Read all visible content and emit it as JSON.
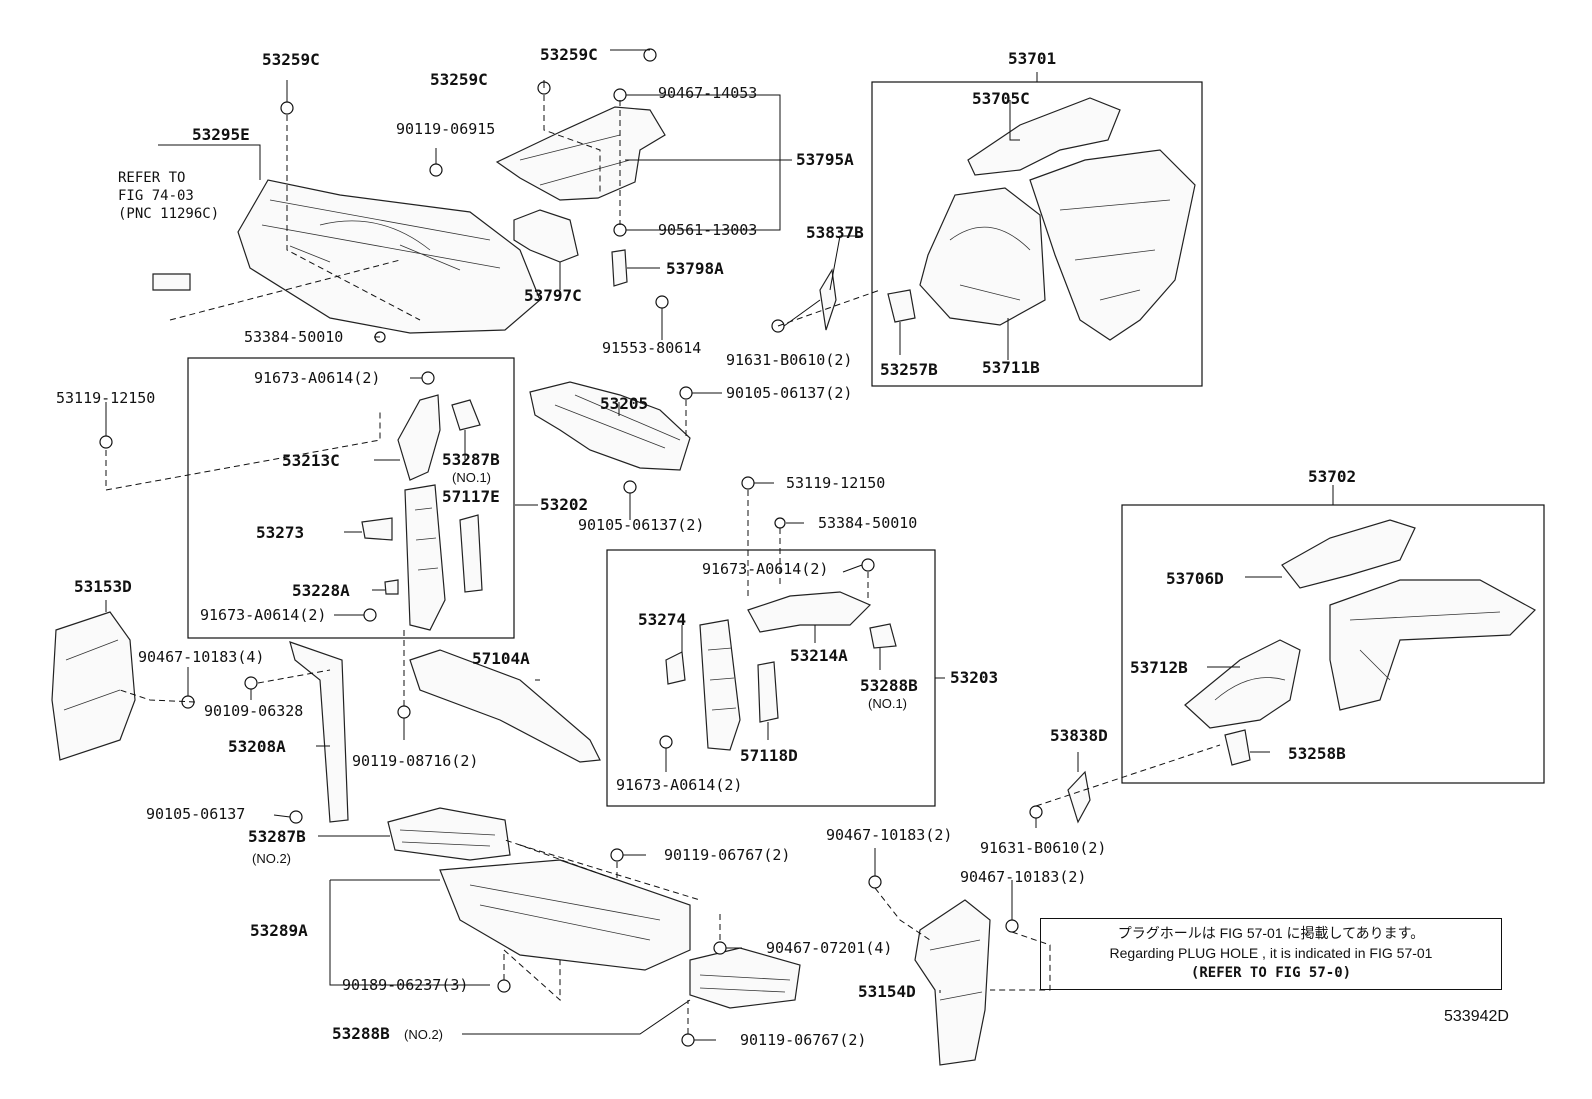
{
  "labels": {
    "c53259c_a": "53259C",
    "c53259c_b": "53259C",
    "c53259c_c": "53259C",
    "c53295e": "53295E",
    "refer_1": "REFER TO",
    "refer_2": "FIG 74-03",
    "refer_3": "(PNC 11296C)",
    "c90119_06915": "90119-06915",
    "c90467_14053": "90467-14053",
    "c53795a": "53795A",
    "c90561_13003": "90561-13003",
    "c53798a": "53798A",
    "c53797c": "53797C",
    "c91553_80614": "91553-80614",
    "c53384_50010_a": "53384-50010",
    "c53701": "53701",
    "c53705c": "53705C",
    "c53837b": "53837B",
    "c91631_b0610_a": "91631-B0610(2)",
    "c53257b": "53257B",
    "c53711b": "53711B",
    "c91673_a0614_a": "91673-A0614(2)",
    "c53119_12150_a": "53119-12150",
    "c53213c": "53213C",
    "c53287b": "53287B",
    "c53287b_no": "(NO.1)",
    "c57117e": "57117E",
    "c53202": "53202",
    "c53205": "53205",
    "c90105_06137_a": "90105-06137(2)",
    "c90105_06137_b": "90105-06137(2)",
    "c53273": "53273",
    "c53228a": "53228A",
    "c91673_a0614_b": "91673-A0614(2)",
    "c53119_12150_b": "53119-12150",
    "c53384_50010_b": "53384-50010",
    "c53702": "53702",
    "c53706d": "53706D",
    "c53712b": "53712B",
    "c53258b": "53258B",
    "c53153d": "53153D",
    "c90467_10183_a": "90467-10183(4)",
    "c90109_06328": "90109-06328",
    "c53208a": "53208A",
    "c57104a": "57104A",
    "c90119_08716": "90119-08716(2)",
    "c91673_a0614_c": "91673-A0614(2)",
    "c53274": "53274",
    "c53214a": "53214A",
    "c53288b": "53288B",
    "c53288b_no": "(NO.1)",
    "c53203": "53203",
    "c57118d": "57118D",
    "c91673_a0614_d": "91673-A0614(2)",
    "c53838d": "53838D",
    "c91631_b0610_b": "91631-B0610(2)",
    "c90105_06137_c": "90105-06137",
    "c53287b_2": "53287B",
    "c53287b_2_no": "(NO.2)",
    "c90119_06767_a": "90119-06767(2)",
    "c90467_10183_b": "90467-10183(2)",
    "c90467_10183_c": "90467-10183(2)",
    "c53289a": "53289A",
    "c90467_07201": "90467-07201(4)",
    "c90189_06237": "90189-06237(3)",
    "c53154d": "53154D",
    "c53288b_2": "53288B",
    "c53288b_2_no": "(NO.2)",
    "c90119_06767_b": "90119-06767(2)"
  },
  "note": {
    "line_jp": "プラグホールは FIG 57-01 に掲載してあります。",
    "line_en": "Regarding PLUG HOLE , it is indicated in FIG 57-01",
    "line_ref": "(REFER TO FIG 57-0)"
  },
  "diagram_code": "533942D"
}
